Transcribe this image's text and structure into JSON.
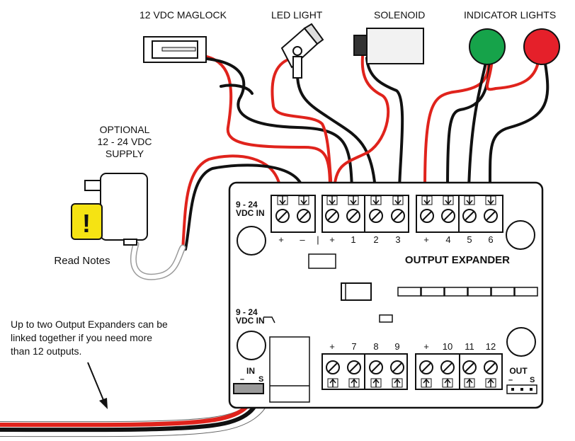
{
  "labels": {
    "maglock": "12 VDC MAGLOCK",
    "led": "LED LIGHT",
    "solenoid": "SOLENOID",
    "indicator": "INDICATOR LIGHTS",
    "supply_line1": "OPTIONAL",
    "supply_line2": "12 - 24 VDC",
    "supply_line3": "SUPPLY",
    "read_notes": "Read Notes",
    "warning_glyph": "!",
    "board_title": "OUTPUT EXPANDER",
    "vdc_range": "9 - 24",
    "vdc_in": "VDC IN",
    "note_line1": "Up to two Output Expanders can be",
    "note_line2": "linked together if you need more",
    "note_line3": "than 12 outputs.",
    "in_label": "IN",
    "out_label": "OUT",
    "minus": "–",
    "signal": "S"
  },
  "top_terminals": [
    "+",
    "–",
    "|",
    "+",
    "1",
    "2",
    "3",
    "+",
    "4",
    "5",
    "6"
  ],
  "bottom_terminals": [
    "+",
    "7",
    "8",
    "9",
    "+",
    "10",
    "11",
    "12"
  ],
  "colors": {
    "red_wire": "#e0231c",
    "black_wire": "#111111",
    "green_light": "#16a34a",
    "red_light": "#e5202a",
    "warning": "#f5e313"
  }
}
